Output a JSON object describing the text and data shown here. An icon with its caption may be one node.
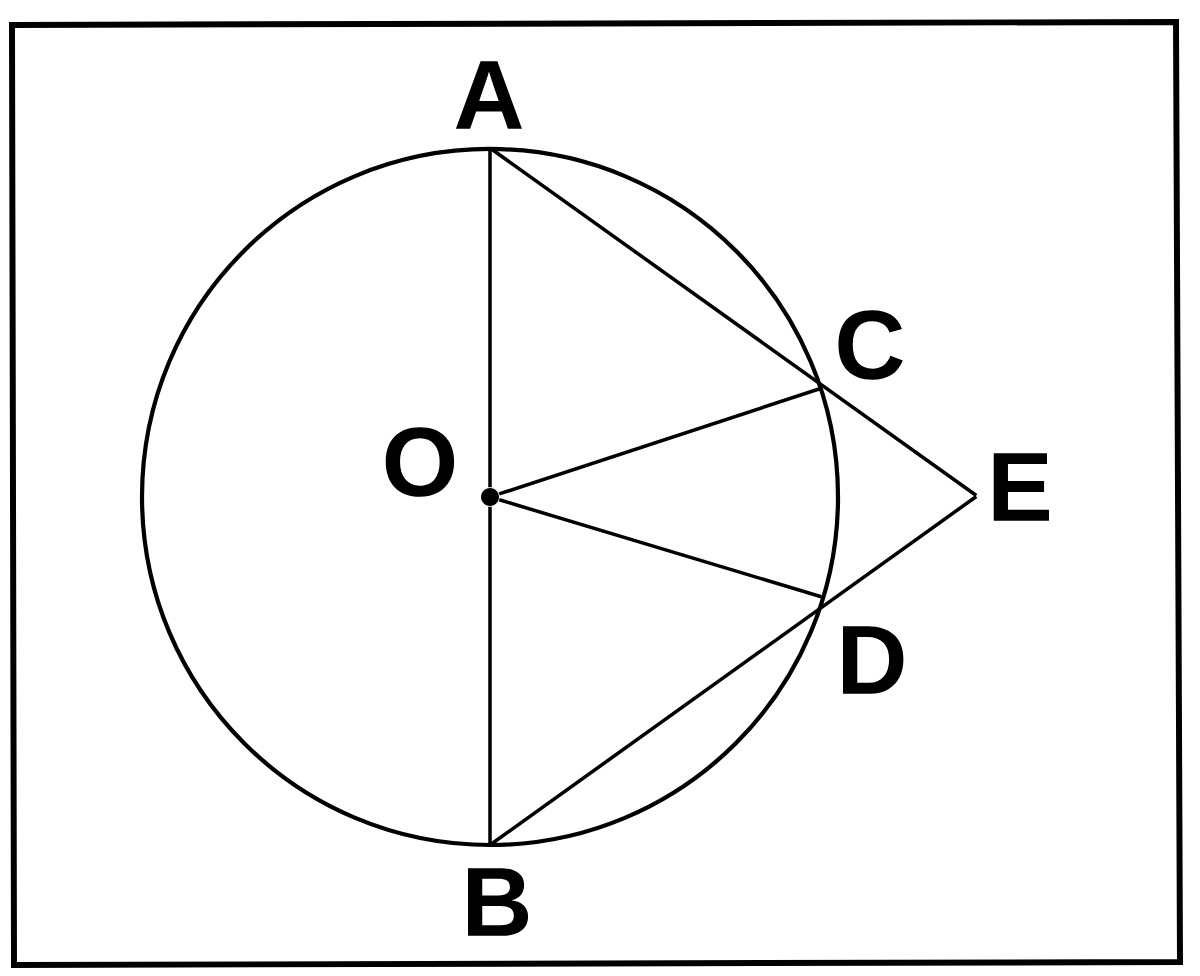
{
  "diagram": {
    "nodes": [
      {
        "text": [
          "A"
        ]
      },
      {
        "text": [
          "C"
        ]
      },
      {
        "text": [
          "O"
        ]
      },
      {
        "text": [
          "E"
        ]
      },
      {
        "text": [
          "D"
        ]
      },
      {
        "text": [
          "B"
        ]
      }
    ],
    "edges": [
      {
        "from": 0,
        "to": 2,
        "arrow": "none"
      },
      {
        "from": 2,
        "to": 5,
        "arrow": "none"
      },
      {
        "from": 0,
        "to": 3,
        "arrow": "none"
      },
      {
        "from": 2,
        "to": 1,
        "arrow": "none"
      },
      {
        "from": 2,
        "to": 4,
        "arrow": "none"
      },
      {
        "from": 5,
        "to": 3,
        "arrow": "none"
      }
    ]
  }
}
